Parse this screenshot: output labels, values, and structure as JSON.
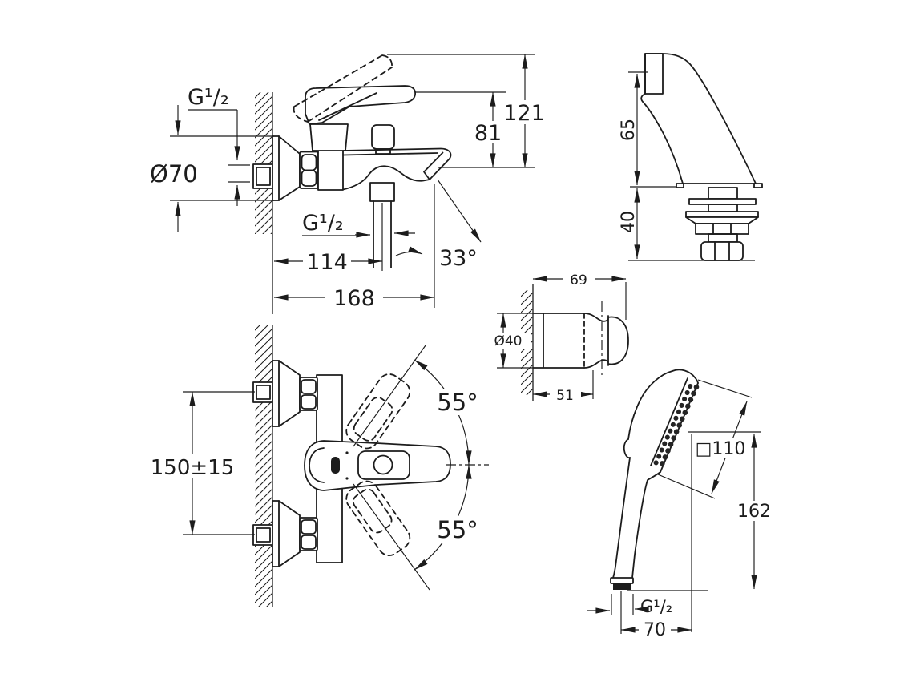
{
  "page": {
    "background": "#ffffff",
    "line_color": "#1c1c1c",
    "description": "Technical dimensional drawing of a wall-mounted single-lever bath/shower mixer with hand shower set"
  },
  "views": {
    "mixer_side": {
      "title": "bath mixer side view",
      "labels": {
        "thread_top": "G¹/₂",
        "escutcheon_diameter": "Ø70",
        "hose_thread": "G¹/₂",
        "wall_to_hose": "114",
        "wall_to_spout": "168",
        "spout_angle": "33°",
        "handle_height": "81",
        "handle_raised_height": "121"
      }
    },
    "deck_holder": {
      "title": "deck-mounted hand shower holder",
      "labels": {
        "height_above_deck": "65",
        "depth_below_deck": "40"
      }
    },
    "wall_holder": {
      "title": "wall hand shower holder",
      "labels": {
        "total_depth": "69",
        "diameter": "Ø40",
        "body_depth": "51"
      }
    },
    "mixer_top": {
      "title": "bath mixer top view",
      "labels": {
        "inlet_spacing": "150±15",
        "lever_swivel_upper": "55°",
        "lever_swivel_lower": "55°"
      }
    },
    "hand_shower": {
      "title": "hand shower side view",
      "labels": {
        "head_size": "□110",
        "length": "162",
        "thread": "G¹/₂",
        "outlet_offset": "70"
      }
    }
  }
}
